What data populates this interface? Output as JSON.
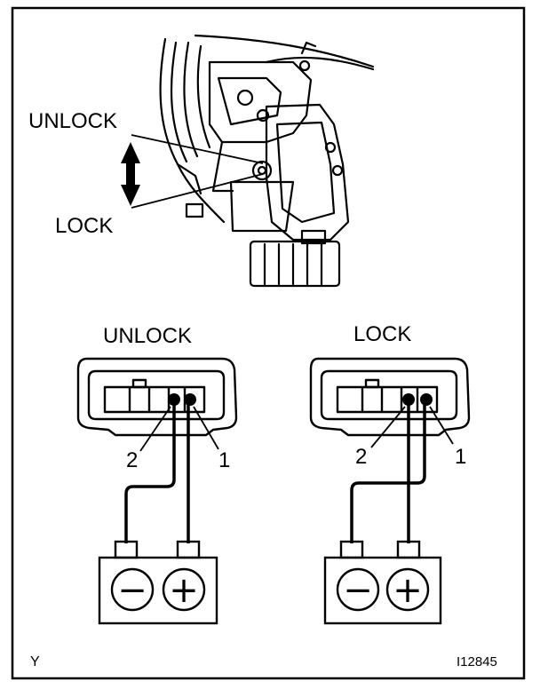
{
  "labels": {
    "top_unlock": "UNLOCK",
    "top_lock": "LOCK",
    "panel_left_title": "UNLOCK",
    "panel_right_title": "LOCK",
    "left_pin2": "2",
    "left_pin1": "1",
    "right_pin2": "2",
    "right_pin1": "1",
    "battery_minus": "−",
    "battery_plus": "+",
    "corner_code": "Y",
    "figure_id": "I12845"
  },
  "colors": {
    "ink": "#000000",
    "paper": "#ffffff"
  },
  "icons": [
    "double-arrow-icon",
    "connector-icon",
    "battery-icon",
    "door-lock-actuator-icon"
  ]
}
